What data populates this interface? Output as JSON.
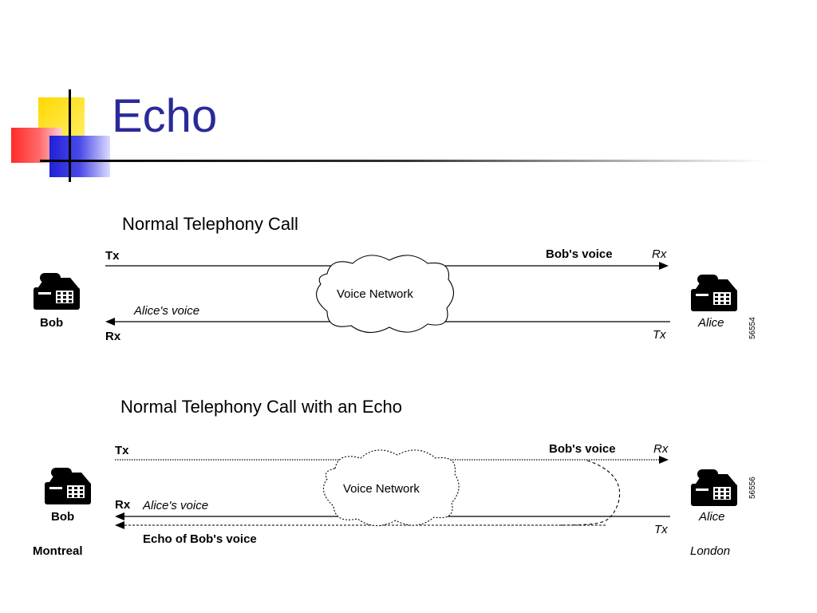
{
  "slide": {
    "title": "Echo"
  },
  "diagram1": {
    "caption": "Normal Telephony Call",
    "bob": {
      "name": "Bob",
      "tx": "Tx",
      "rx": "Rx",
      "incoming_voice": "Alice's voice"
    },
    "alice": {
      "name": "Alice",
      "tx": "Tx",
      "rx": "Rx",
      "incoming_voice": "Bob's voice"
    },
    "network": "Voice Network",
    "code": "56554"
  },
  "diagram2": {
    "caption": "Normal Telephony Call with an Echo",
    "bob": {
      "name": "Bob",
      "city": "Montreal",
      "tx": "Tx",
      "rx": "Rx",
      "incoming_voice": "Alice's voice",
      "echo": "Echo of Bob's voice"
    },
    "alice": {
      "name": "Alice",
      "city": "London",
      "tx": "Tx",
      "rx": "Rx",
      "incoming_voice": "Bob's voice"
    },
    "network": "Voice Network",
    "code": "56556"
  },
  "icons": [
    "telephone-icon",
    "cloud-icon",
    "arrowhead-icon"
  ]
}
